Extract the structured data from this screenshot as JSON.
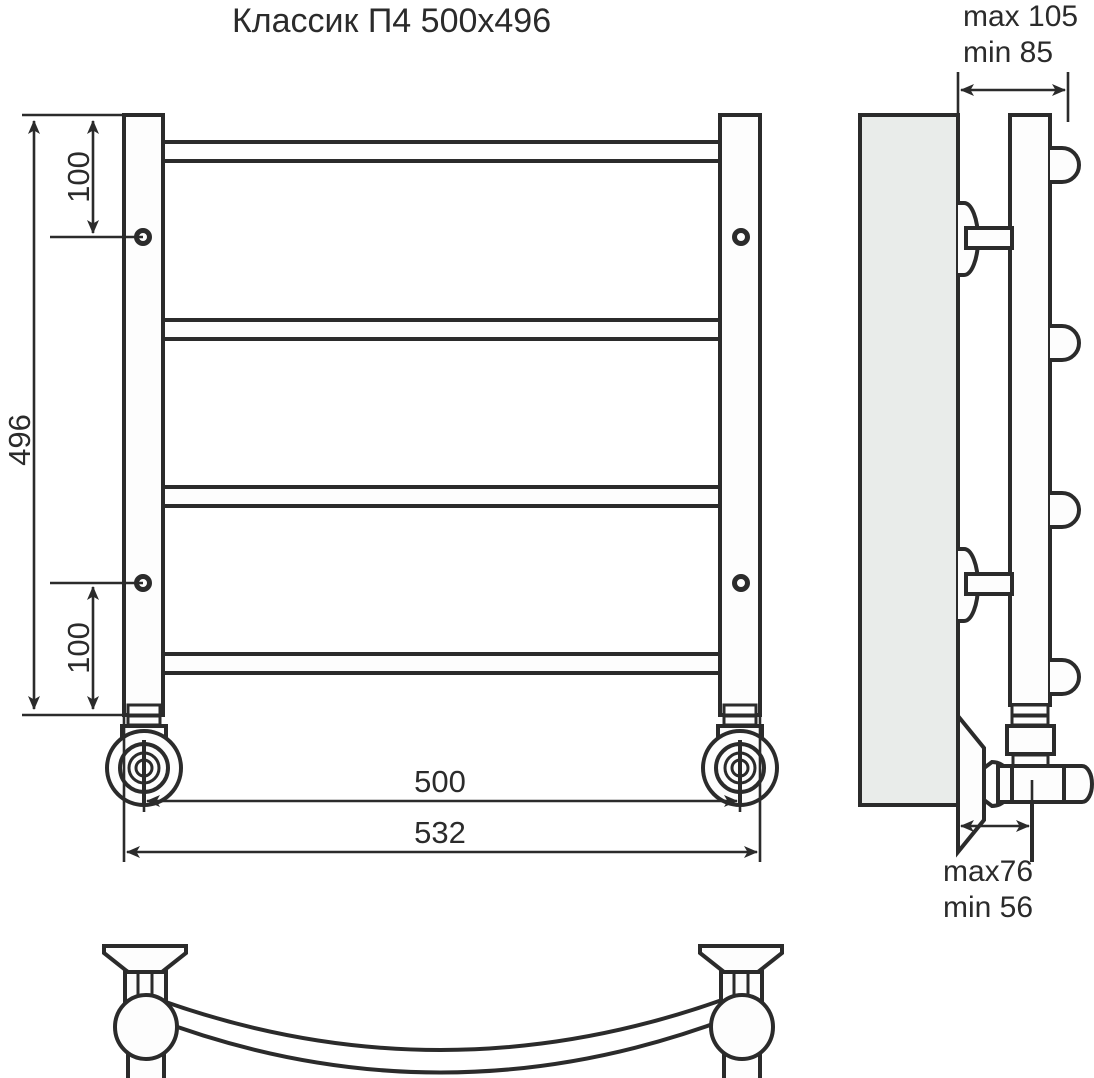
{
  "document": {
    "kind": "technical-drawing",
    "title": "Классик П4 500x496",
    "product_line": "Классик",
    "model": "П4",
    "size_label": "500x496",
    "line_color": "#2b2b2b",
    "wall_fill_color": "#e9ecea",
    "background_color": "#ffffff"
  },
  "views": {
    "front": {
      "name": "front-elevation",
      "rail_count": 4,
      "post_count": 2,
      "mounting_holes": 2
    },
    "side": {
      "name": "side-elevation",
      "bracket_count": 2,
      "rail_stub_count": 4,
      "has_wall": true
    },
    "plan": {
      "name": "top-plan-view",
      "fitting_count": 2,
      "curved_rail": true
    }
  },
  "dimensions": {
    "overall_height": "496",
    "top_offset": "100",
    "bottom_offset": "100",
    "inner_width": "500",
    "outer_width": "532",
    "depth_max": "max 105",
    "depth_min": "min 85",
    "valve_max": "max76",
    "valve_min": "min 56"
  }
}
